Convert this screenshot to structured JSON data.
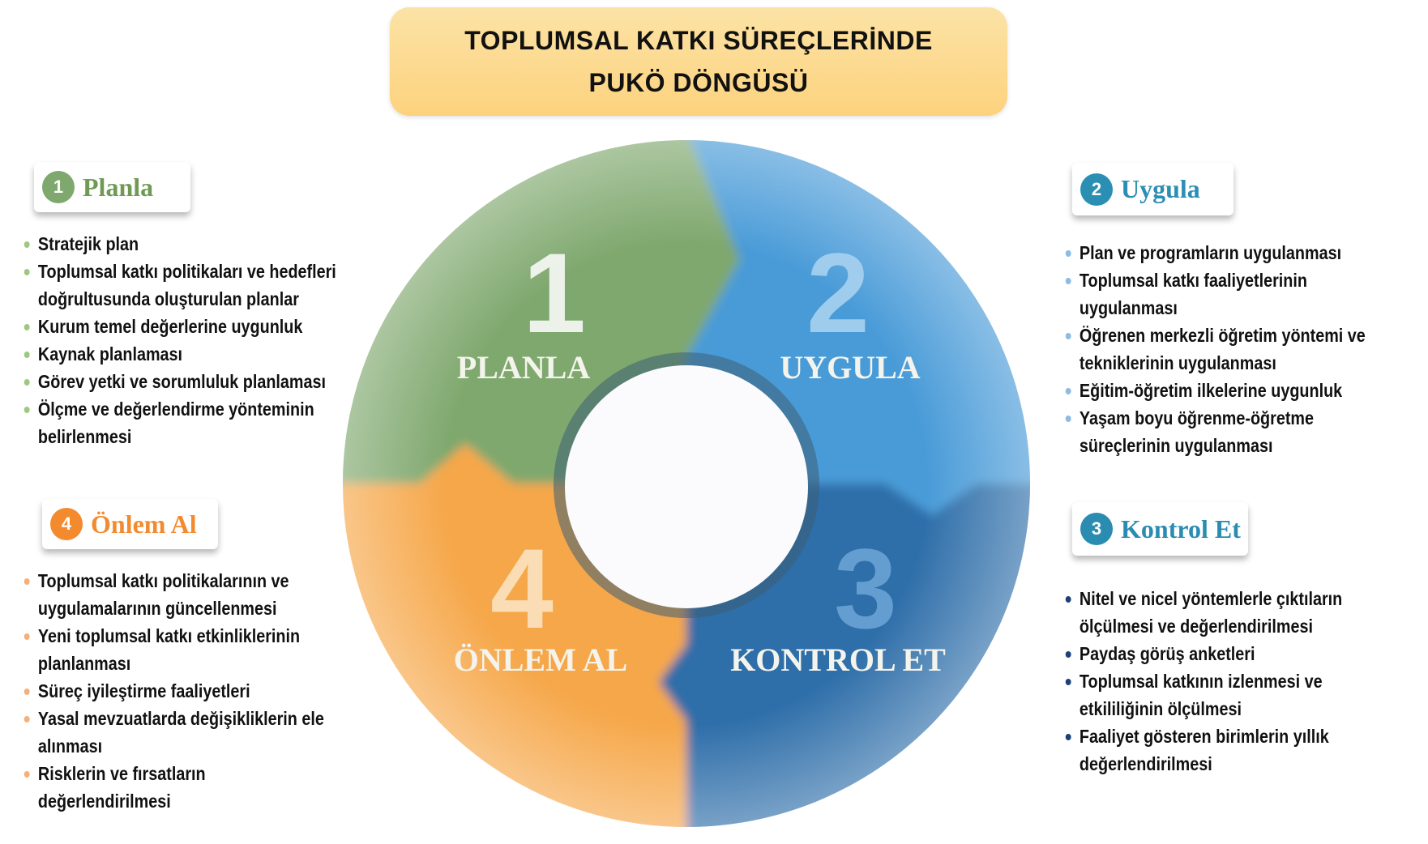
{
  "title": {
    "line1": "TOPLUMSAL KATKI SÜREÇLERİNDE",
    "line2": "PUKÖ DÖNGÜSÜ"
  },
  "cycle": [
    {
      "number": "1",
      "label": "PLANLA",
      "color": "#7fa86e"
    },
    {
      "number": "2",
      "label": "UYGULA",
      "color": "#4a9bd8"
    },
    {
      "number": "3",
      "label": "KONTROL ET",
      "color": "#2f6ea9"
    },
    {
      "number": "4",
      "label": "ÖNLEM AL",
      "color": "#f6a74a"
    }
  ],
  "panels": {
    "plan": {
      "number": "1",
      "title": "Planla",
      "color": "#6f9a55",
      "dot": "#9cc97f",
      "items": [
        [
          "Stratejik plan"
        ],
        [
          "Toplumsal katkı politikaları ve hedefleri",
          "doğrultusunda oluşturulan planlar"
        ],
        [
          "Kurum temel değerlerine uygunluk"
        ],
        [
          "Kaynak planlaması"
        ],
        [
          "Görev yetki ve sorumluluk planlaması"
        ],
        [
          "Ölçme ve değerlendirme yönteminin",
          "belirlenmesi"
        ]
      ]
    },
    "do": {
      "number": "2",
      "title": "Uygula",
      "color": "#2b8fb3",
      "dot": "#8dbbe3",
      "items": [
        [
          "Plan ve programların uygulanması"
        ],
        [
          "Toplumsal katkı faaliyetlerinin",
          "uygulanması"
        ],
        [
          "Öğrenen merkezli öğretim yöntemi ve",
          "tekniklerinin uygulanması"
        ],
        [
          "Eğitim-öğretim ilkelerine uygunluk"
        ],
        [
          "Yaşam boyu öğrenme-öğretme",
          "süreçlerinin uygulanması"
        ]
      ]
    },
    "check": {
      "number": "3",
      "title": "Kontrol Et",
      "color": "#2a8cb0",
      "dot": "#1d3f7a",
      "items": [
        [
          "Nitel ve nicel yöntemlerle çıktıların",
          "ölçülmesi ve değerlendirilmesi"
        ],
        [
          "Paydaş görüş anketleri"
        ],
        [
          "Toplumsal katkının izlenmesi ve",
          "etkililiğinin ölçülmesi"
        ],
        [
          "Faaliyet gösteren birimlerin yıllık",
          "değerlendirilmesi"
        ]
      ]
    },
    "act": {
      "number": "4",
      "title": "Önlem Al",
      "color": "#f38a2e",
      "dot": "#f4b07a",
      "items": [
        [
          "Toplumsal katkı politikalarının ve",
          "uygulamalarının güncellenmesi"
        ],
        [
          "Yeni toplumsal katkı etkinliklerinin",
          "planlanması"
        ],
        [
          "Süreç iyileştirme faaliyetleri"
        ],
        [
          "Yasal mevzuatlarda değişikliklerin ele",
          "alınması"
        ],
        [
          "Risklerin ve fırsatların",
          "değerlendirilmesi"
        ]
      ]
    }
  }
}
